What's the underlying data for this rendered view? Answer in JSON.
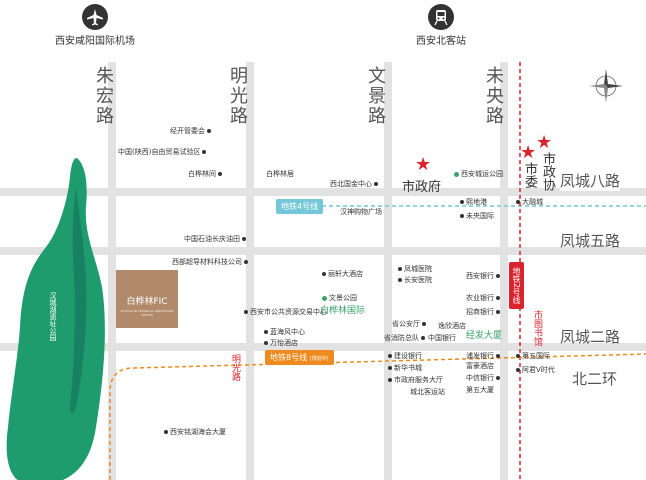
{
  "header": {
    "left_poi": "西安咸阳国际机场",
    "right_poi": "西安北客站"
  },
  "roads": {
    "vertical": [
      "朱宏路",
      "明光路",
      "文景路",
      "未央路"
    ],
    "horizontal": [
      "凤城八路",
      "凤城五路",
      "凤城二路",
      "北二环"
    ],
    "small_vertical": "明光路"
  },
  "metro": {
    "line4": "地铁4号线",
    "line2": "地铁2号线",
    "line8": "地铁8号线",
    "line8_note": "(规划中)",
    "station_library": "市图书馆"
  },
  "government": {
    "city_gov": "市政府",
    "city_committee": "市委",
    "city_cppcc": "市政协"
  },
  "park": {
    "name": "汉城湖遗址公园"
  },
  "project": {
    "logo_text": "白桦林FIC",
    "sub_text": "BAIHUALIN FINANCIAL INNOVATION CENTER"
  },
  "pois": {
    "p1": "经开管委会",
    "p2": "中国(陕西)自由贸易试验区",
    "p3": "白桦林间",
    "p4": "白桦林居",
    "p5": "西北国金中心",
    "p6": "西安城运公园",
    "p7": "汉神购物广场",
    "p8": "熙地港",
    "p9": "大融城",
    "p10": "未央国际",
    "p11": "中国石油长庆油田",
    "p12": "西部超导材料科技公司",
    "p13": "凤城医院",
    "p14": "长安医院",
    "p15": "西安银行",
    "p16": "农业银行",
    "p17": "招商银行",
    "p18": "丽轩大酒店",
    "p19": "文景公园",
    "p20": "白桦林国际",
    "p21": "西安市公共资源交易中心",
    "p22": "蓝海风中心",
    "p23": "万怡酒店",
    "p24": "省公安厅",
    "p25": "逸欣酒店",
    "p26": "省消防总队",
    "p27": "中国银行",
    "p28": "经发大厦",
    "p29": "建设银行",
    "p30": "新华书城",
    "p31": "浦发银行",
    "p32": "富豪酒店",
    "p33": "中信银行",
    "p34": "第五大厦",
    "p35": "市政府服务大厅",
    "p36": "城北客运站",
    "p37": "第五国际",
    "p38": "阿君V时代",
    "p39": "西安铭湖海会大厦"
  },
  "colors": {
    "park_green": "#1f9c6e",
    "metro4": "#74c7d6",
    "metro2": "#d9232e",
    "metro8": "#ef8a1e",
    "road_gray": "#e2e2e2"
  }
}
